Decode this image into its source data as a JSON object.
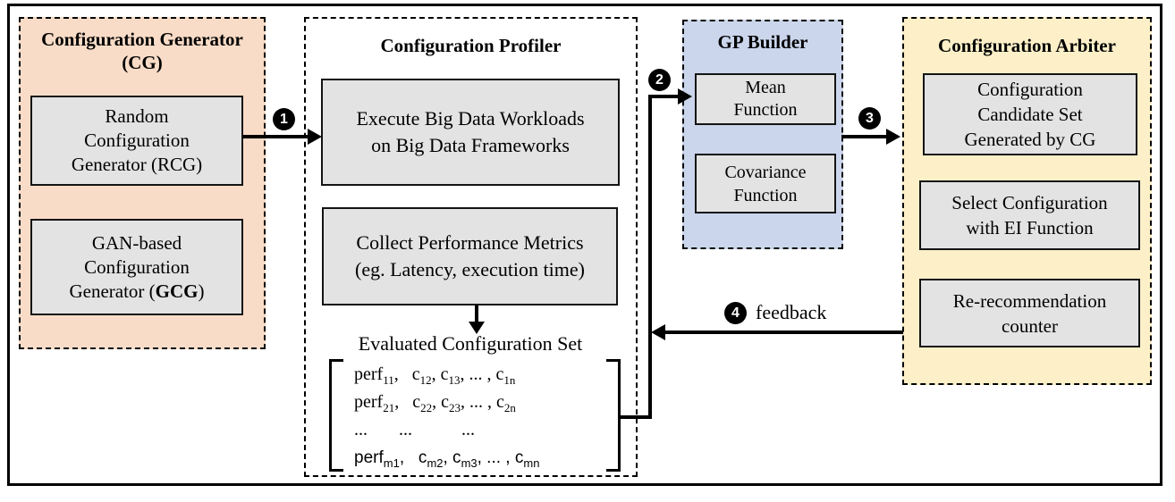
{
  "colors": {
    "cg_panel_bg": "#f9dcc7",
    "profiler_panel_bg": "#ffffff",
    "gp_panel_bg": "#cbd6ec",
    "arbiter_panel_bg": "#fdf0c8",
    "inner_box_bg": "#e3e3e3",
    "line_color": "#000000"
  },
  "cg": {
    "title_line1": "Configuration Generator",
    "title_line2": "(CG)",
    "rcg_lines": [
      "Random",
      "Configuration",
      "Generator (RCG)"
    ],
    "gcg_lines": [
      "GAN-based",
      "Configuration"
    ],
    "gcg_line3_prefix": "Generator (",
    "gcg_line3_bold": "GCG",
    "gcg_line3_suffix": ")"
  },
  "profiler": {
    "title": "Configuration Profiler",
    "execute_lines": [
      "Execute Big Data Workloads",
      "on Big Data Frameworks"
    ],
    "collect_lines": [
      "Collect Performance Metrics",
      "(eg. Latency, execution time)"
    ],
    "evaluated_label": "Evaluated Configuration Set",
    "matrix_rows": [
      "perf_{11},   c_{12}, c_{13}, ... , c_{1n}",
      "perf_{21},   c_{22}, c_{23}, ... , c_{2n}",
      "...       ...           ...",
      "perf_{m1},   c_{m2}, c_{m3}, ... , c_{mn}"
    ]
  },
  "gp": {
    "title": "GP Builder",
    "mean_lines": [
      "Mean",
      "Function"
    ],
    "covariance_lines": [
      "Covariance",
      "Function"
    ]
  },
  "arbiter": {
    "title": "Configuration Arbiter",
    "candidate_lines": [
      "Configuration",
      "Candidate Set",
      "Generated by CG"
    ],
    "select_lines": [
      "Select Configuration",
      "with EI Function"
    ],
    "counter_lines": [
      "Re-recommendation",
      "counter"
    ]
  },
  "arrows": {
    "step1": "1",
    "step2": "2",
    "step3": "3",
    "step4": "4",
    "feedback_label": "feedback"
  }
}
